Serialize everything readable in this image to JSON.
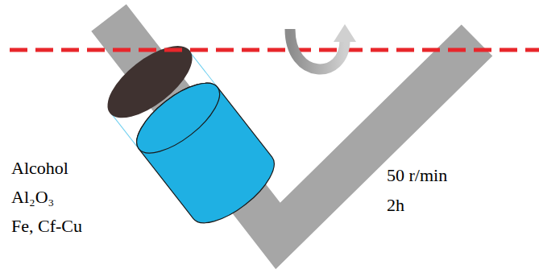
{
  "diagram": {
    "labels": [
      "Alcohol",
      "Al₂O₃",
      "Fe, Cf-Cu",
      "50 r/min",
      "2h"
    ]
  }
}
